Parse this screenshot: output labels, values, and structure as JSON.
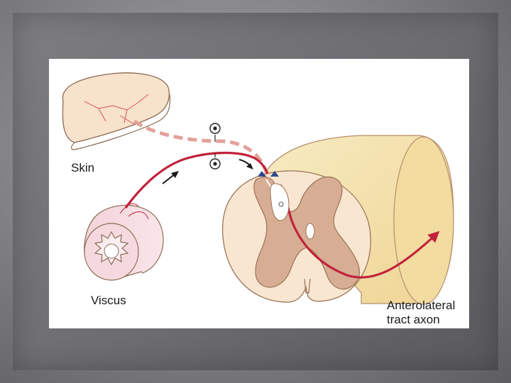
{
  "figure": {
    "labels": {
      "skin": "Skin",
      "viscus": "Viscus",
      "tract_line1": "Anterolateral",
      "tract_line2": "tract axon"
    }
  },
  "colors": {
    "slide_background": "#7a7a7e",
    "panel": "#ffffff",
    "skin_tissue": "#f7e2cc",
    "white_matter_top": "#f3dfa4",
    "white_matter_face": "#f7e8d4",
    "gray_matter": "#d9ad93",
    "visceral_afferent": "#c1223b",
    "cutaneous_afferent": "#e3a29a",
    "neuron_terminal": "#2b4a8a"
  },
  "icons": [
    "arrow-icon",
    "neuron-cell-body-icon",
    "synapse-terminal-icon"
  ]
}
